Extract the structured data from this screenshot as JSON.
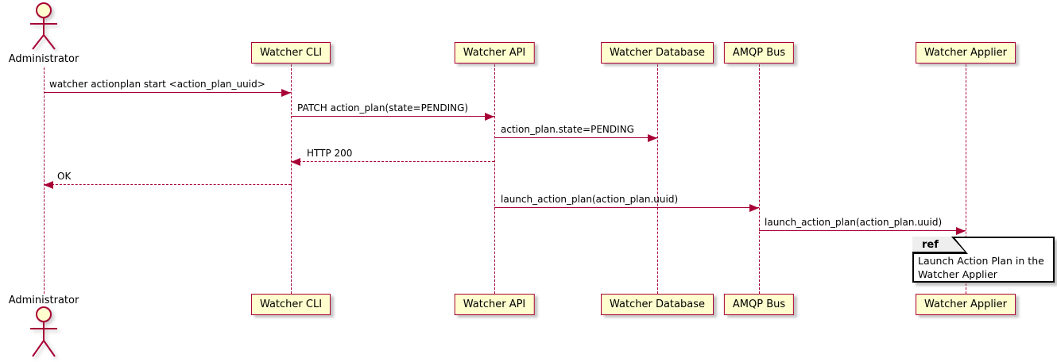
{
  "diagram": {
    "type": "sequence-diagram",
    "colors": {
      "participant_fill": "#FEFECE",
      "participant_border": "#A80036",
      "lifeline": "#A80036",
      "arrow": "#A80036",
      "text": "#000000",
      "ref_tab_fill": "#EEEEEE",
      "ref_border": "#000000",
      "background": "#FFFFFF"
    },
    "actor": {
      "name": "Administrator"
    },
    "participants": [
      {
        "label": "Watcher CLI"
      },
      {
        "label": "Watcher API"
      },
      {
        "label": "Watcher Database"
      },
      {
        "label": "AMQP Bus"
      },
      {
        "label": "Watcher Applier"
      }
    ],
    "messages": [
      {
        "from": "Administrator",
        "to": "Watcher CLI",
        "text": "watcher actionplan start <action_plan_uuid>",
        "line": "solid",
        "direction": "right"
      },
      {
        "from": "Watcher CLI",
        "to": "Watcher API",
        "text": "PATCH action_plan(state=PENDING)",
        "line": "solid",
        "direction": "right"
      },
      {
        "from": "Watcher API",
        "to": "Watcher Database",
        "text": "action_plan.state=PENDING",
        "line": "solid",
        "direction": "right"
      },
      {
        "from": "Watcher API",
        "to": "Watcher CLI",
        "text": "HTTP 200",
        "line": "dashed",
        "direction": "left"
      },
      {
        "from": "Watcher CLI",
        "to": "Administrator",
        "text": "OK",
        "line": "dashed",
        "direction": "left"
      },
      {
        "from": "Watcher API",
        "to": "AMQP Bus",
        "text": "launch_action_plan(action_plan.uuid)",
        "line": "solid",
        "direction": "right"
      },
      {
        "from": "AMQP Bus",
        "to": "Watcher Applier",
        "text": "launch_action_plan(action_plan.uuid)",
        "line": "solid",
        "direction": "right"
      }
    ],
    "ref": {
      "keyword": "ref",
      "lines": [
        "Launch Action Plan in the",
        "Watcher Applier"
      ]
    }
  }
}
